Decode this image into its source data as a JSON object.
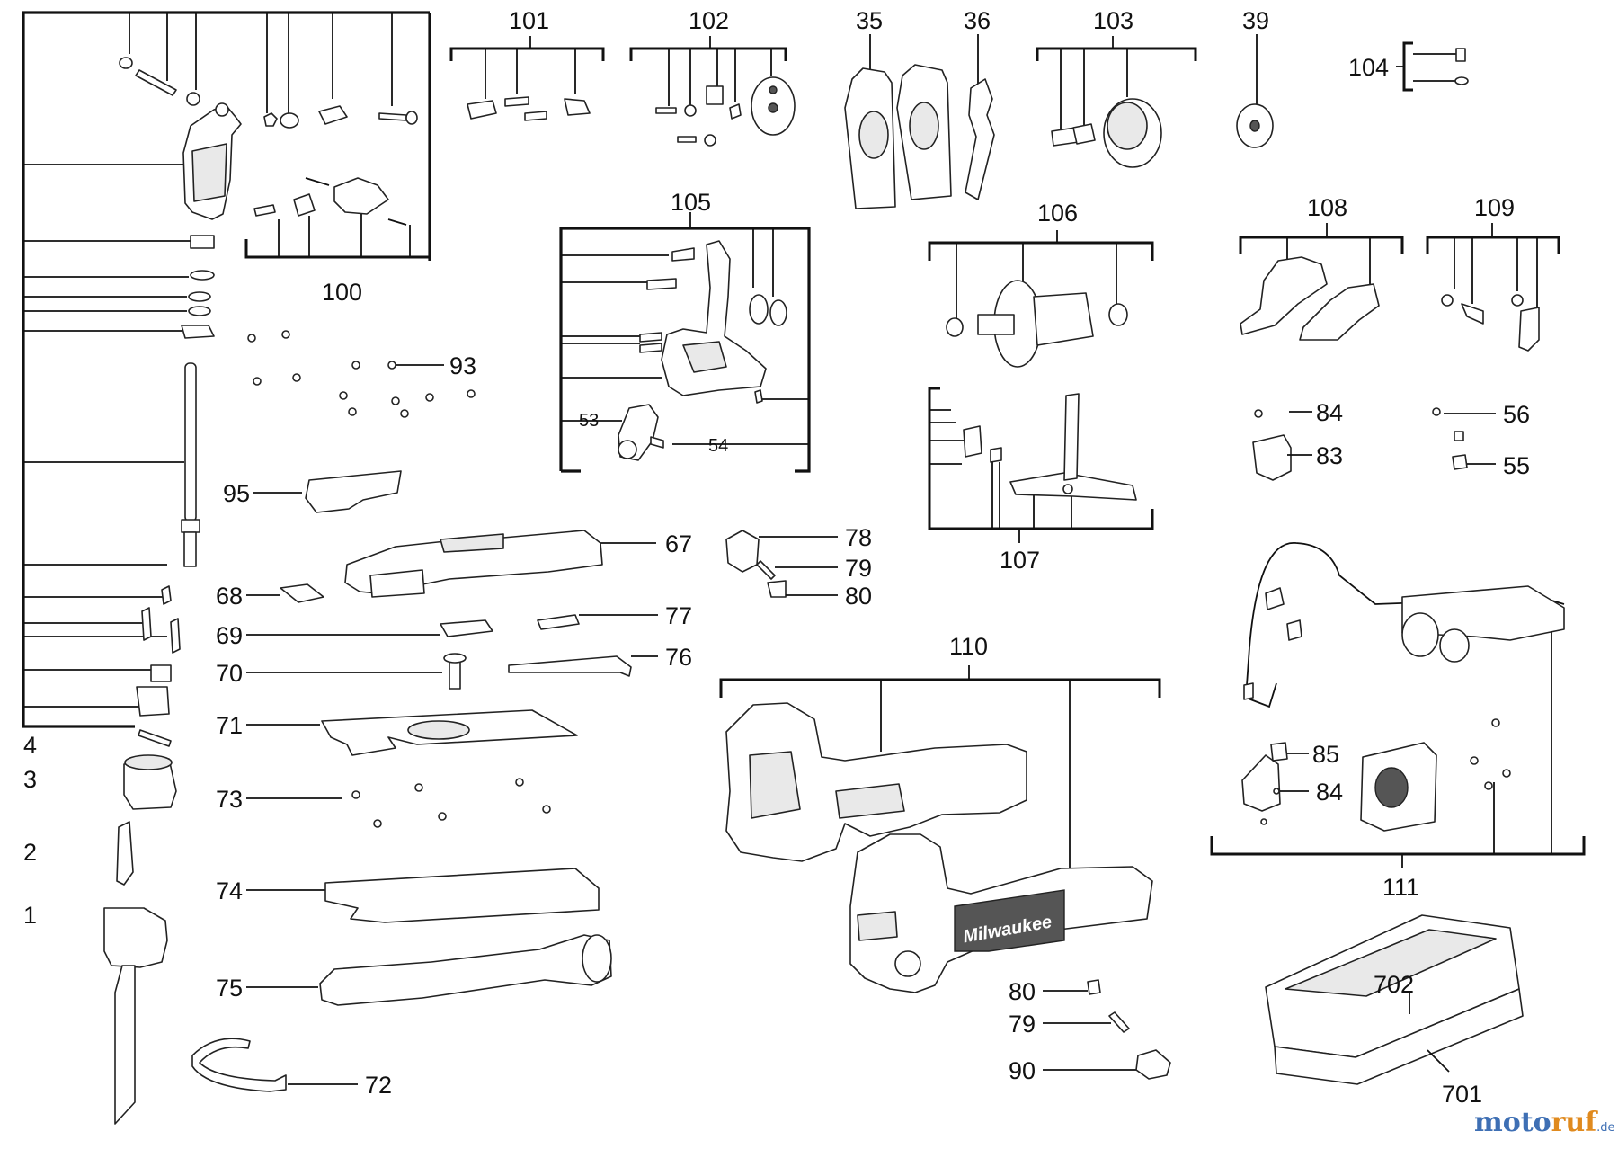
{
  "diagram": {
    "labels": {
      "l1": "1",
      "l2": "2",
      "l3": "3",
      "l4": "4",
      "l35": "35",
      "l36": "36",
      "l39": "39",
      "l53": "53",
      "l54": "54",
      "l55": "55",
      "l56": "56",
      "l67": "67",
      "l68": "68",
      "l69": "69",
      "l70": "70",
      "l71": "71",
      "l72": "72",
      "l73": "73",
      "l74": "74",
      "l75": "75",
      "l76": "76",
      "l77": "77",
      "l78": "78",
      "l79": "79",
      "l80": "80",
      "l79b": "79",
      "l80b": "80",
      "l83": "83",
      "l84": "84",
      "l84b": "84",
      "l85": "85",
      "l90": "90",
      "l93": "93",
      "l95": "95",
      "l100": "100",
      "l101": "101",
      "l102": "102",
      "l103": "103",
      "l104": "104",
      "l105": "105",
      "l106": "106",
      "l107": "107",
      "l108": "108",
      "l109": "109",
      "l110": "110",
      "l111": "111",
      "l701": "701",
      "l702": "702"
    },
    "tool_brand_text": "Milwaukee",
    "watermark": {
      "part_a": "moto",
      "part_b": "ruf",
      "suffix": ".de"
    }
  }
}
